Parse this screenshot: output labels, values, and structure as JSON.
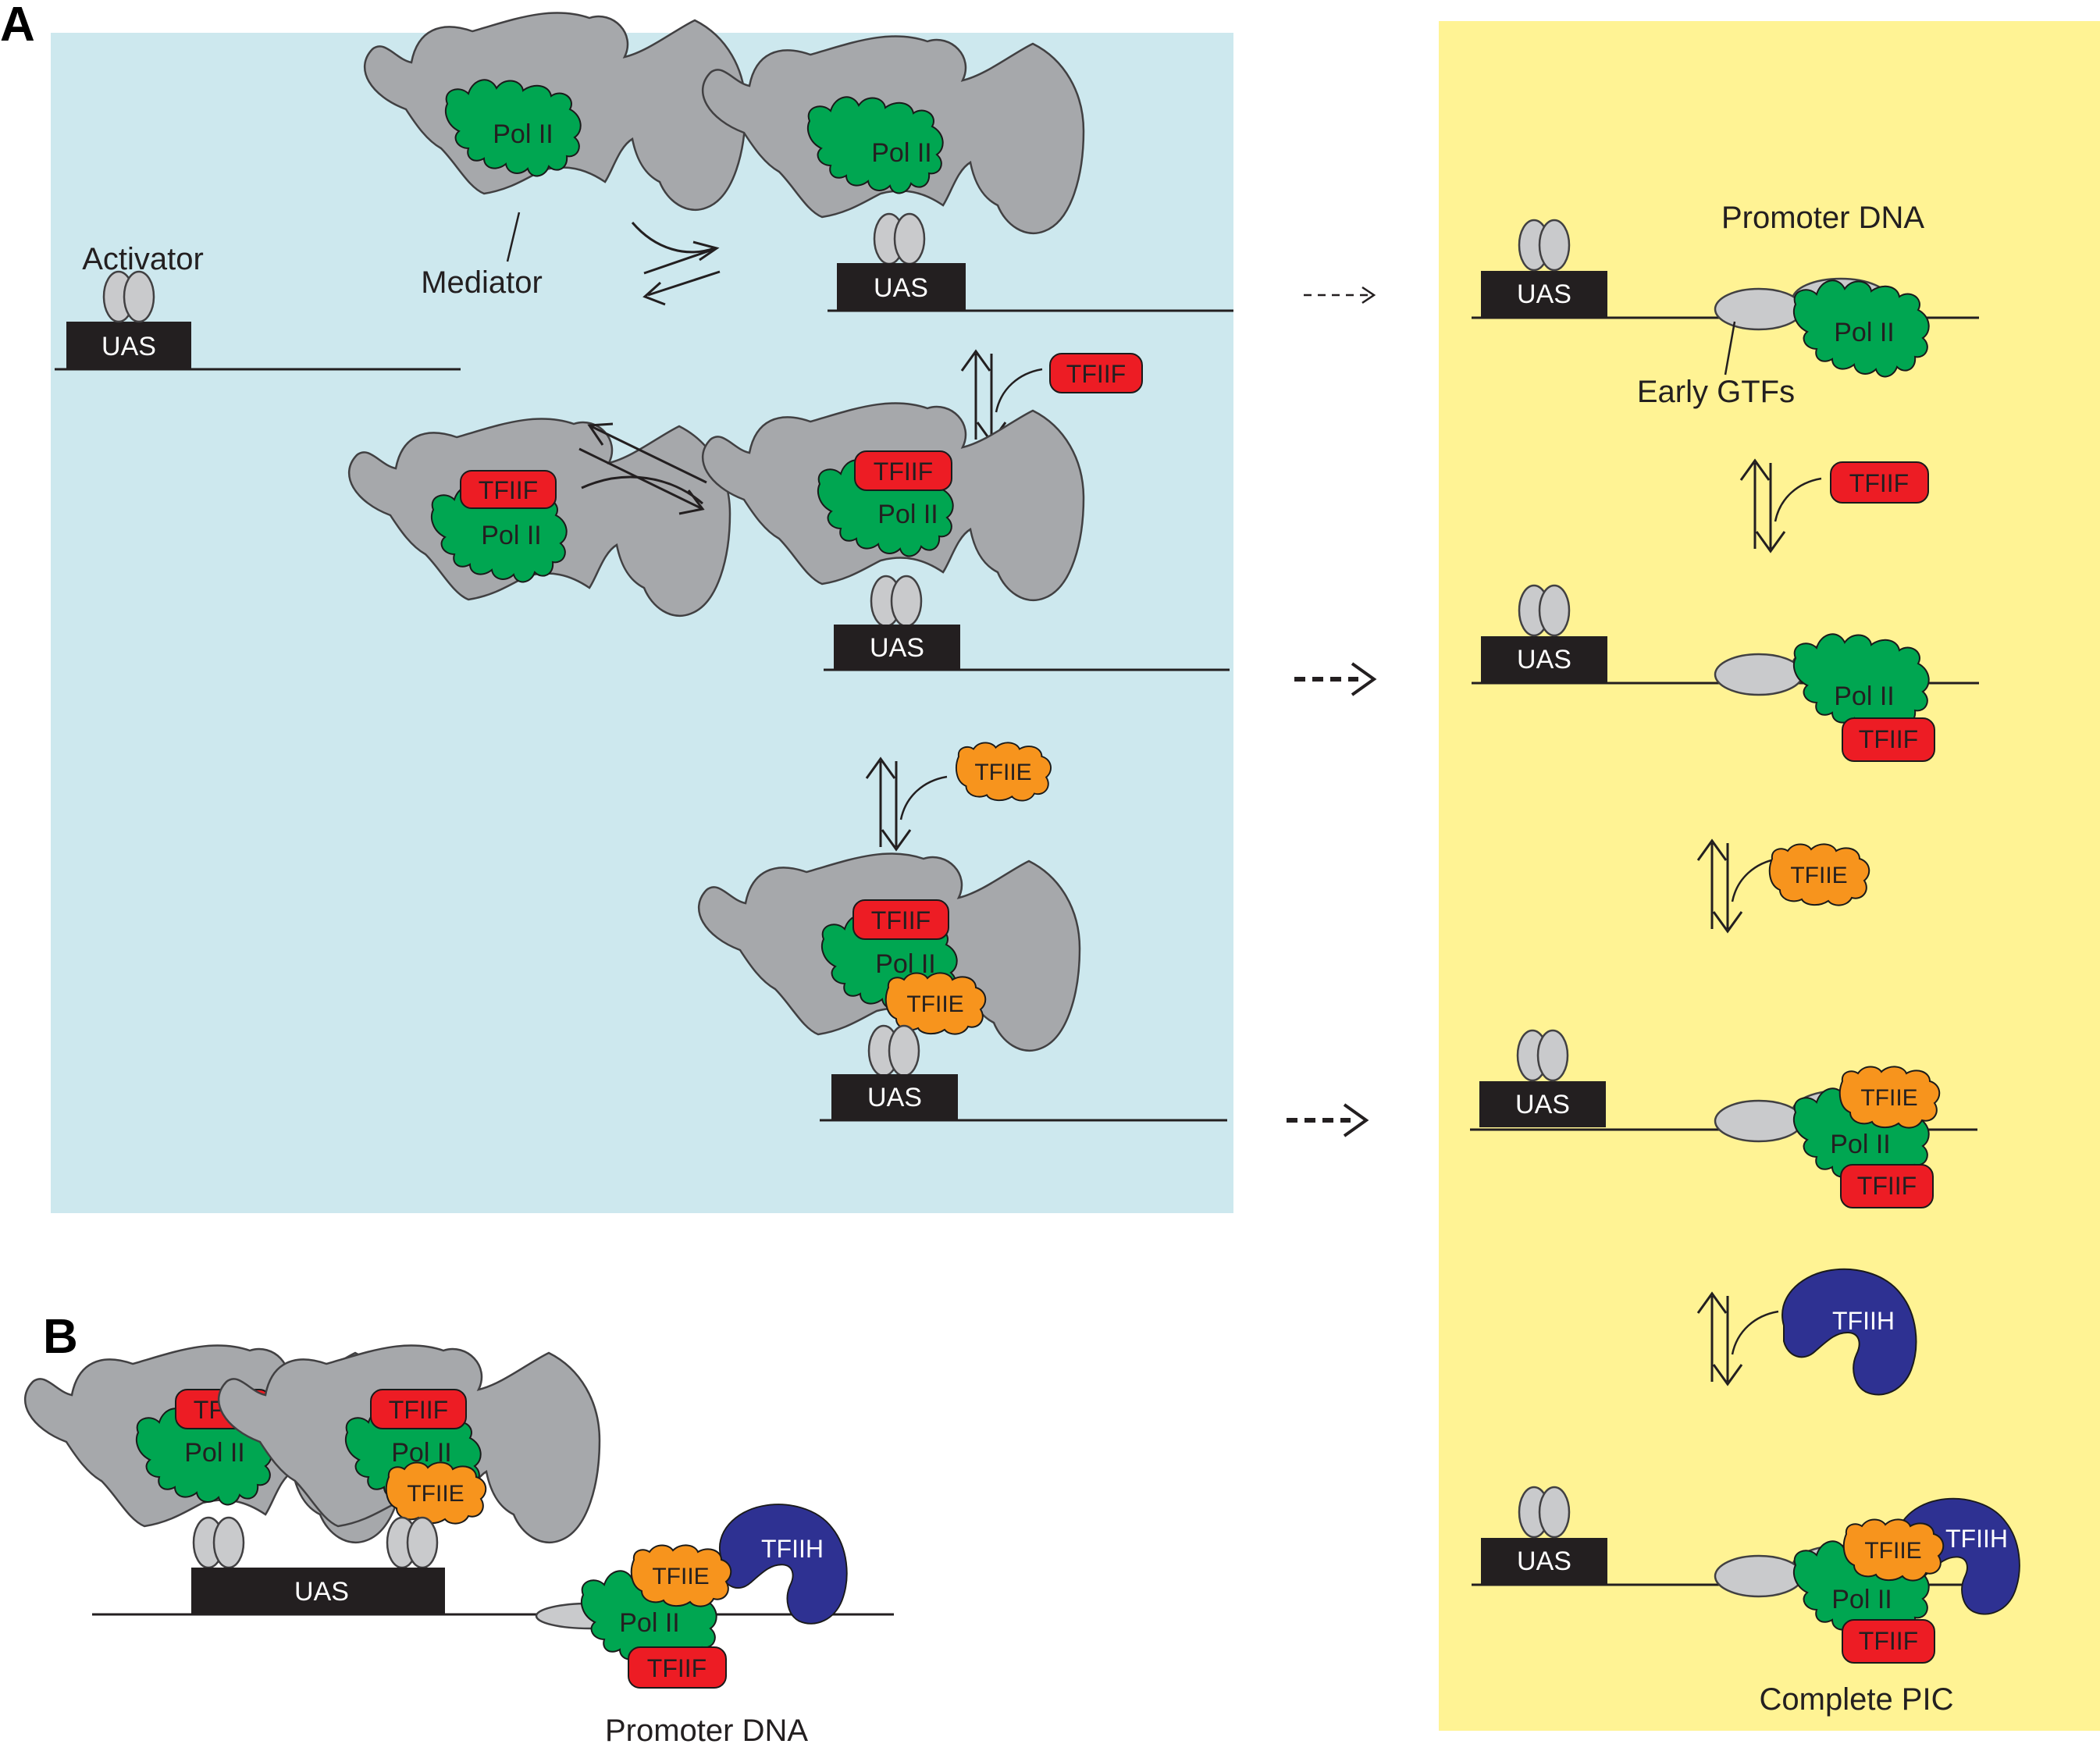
{
  "panels": {
    "a": "A",
    "b": "B"
  },
  "labels": {
    "activator": "Activator",
    "mediator": "Mediator",
    "uas": "UAS",
    "pol2": "Pol II",
    "tfiif": "TFIIF",
    "tfiie": "TFIIE",
    "tfiih": "TFIIH",
    "promoter_dna": "Promoter DNA",
    "early_gtfs": "Early GTFs",
    "complete_pic": "Complete PIC"
  },
  "colors": {
    "blue_panel": "#cde8ee",
    "yellow_panel": "#fff394",
    "mediator": "#a6a8ab",
    "activator": "#c9cacc",
    "pol2": "#00a651",
    "tfiif": "#ed1c24",
    "tfiie": "#f7941d",
    "tfiih": "#2e3192",
    "uas": "#231f20"
  }
}
